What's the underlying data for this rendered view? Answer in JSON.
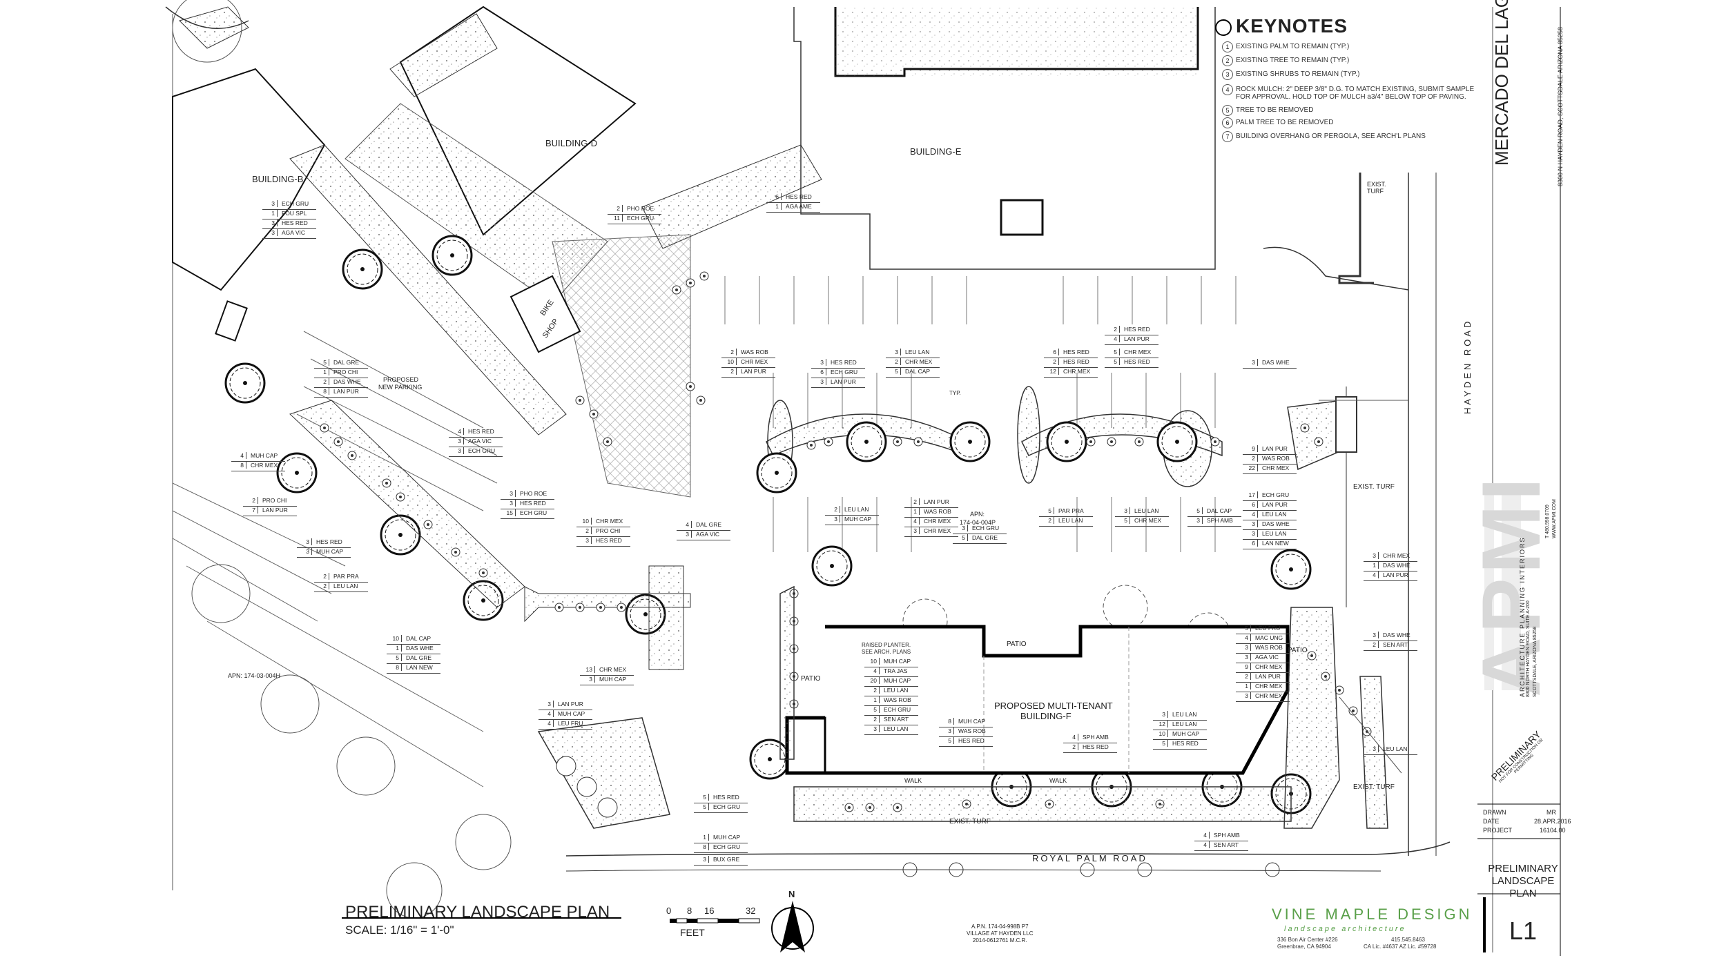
{
  "keynotes": {
    "title": "KEYNOTES",
    "items": [
      {
        "num": "1",
        "text": "EXISTING PALM TO REMAIN (TYP.)"
      },
      {
        "num": "2",
        "text": "EXISTING TREE TO REMAIN (TYP.)"
      },
      {
        "num": "3",
        "text": "EXISTING SHRUBS TO REMAIN (TYP.)"
      },
      {
        "num": "4",
        "text": "ROCK MULCH: 2\" DEEP 3/8\" D.G. TO MATCH EXISTING, SUBMIT SAMPLE FOR APPROVAL. HOLD TOP OF MULCH a3/4\" BELOW TOP OF PAVING."
      },
      {
        "num": "5",
        "text": "TREE TO BE REMOVED"
      },
      {
        "num": "6",
        "text": "PALM TREE TO BE REMOVED"
      },
      {
        "num": "7",
        "text": "BUILDING OVERHANG OR PERGOLA, SEE ARCH'L PLANS"
      }
    ]
  },
  "project": {
    "name": "MERCADO DEL LAGO",
    "address": "8300 N HAYDEN ROAD, SCOTTSDALE ARIZONA 85258"
  },
  "architect": {
    "logo_text": "APMI",
    "tagline": "ARCHITECTURE  PLANNING  INTERIORS",
    "address_line1": "8300 NORTH HAYDEN ROAD, SUITE A-200",
    "address_line2": "SCOTTSDALE, ARIZONA 85258",
    "phone": "T 480.998.0709",
    "web": "WWW.APMI.COM"
  },
  "stamp": {
    "line1": "PRELIMINARY",
    "line2": "NOT FOR CONSTRUCTION OR PERMITTING"
  },
  "titleblock": {
    "drawn_label": "DRAWN",
    "drawn_value": "MR",
    "date_label": "DATE",
    "date_value": "28.APR.2016",
    "project_label": "PROJECT",
    "project_value": "16104.00",
    "sheet_title_1": "PRELIMINARY",
    "sheet_title_2": "LANDSCAPE PLAN",
    "sheet_number": "L1"
  },
  "plan": {
    "title": "PRELIMINARY LANDSCAPE PLAN",
    "scale": "SCALE: 1/16\" = 1'-0\"",
    "scalebar_ticks": [
      "0",
      "8",
      "16",
      "32"
    ],
    "scalebar_unit": "FEET",
    "north": "N"
  },
  "parcel_note": {
    "line1": "A.P.N. 174-04-998B P7",
    "line2": "VILLAGE AT HAYDEN LLC",
    "line3": "2014-0612761 M.C.R."
  },
  "firm": {
    "name": "VINE MAPLE DESIGN",
    "sub": "landscape architecture",
    "addr1": "336 Bon Air Center #226",
    "addr2": "Greenbrae, CA  94904",
    "phone": "415.545.8463",
    "lic": "CA Lic. #4637  AZ Lic. #59728"
  },
  "labels": {
    "building_b": "BUILDING-B",
    "building_d": "BUILDING-D",
    "building_e": "BUILDING-E",
    "bike_shop_1": "BIKE",
    "bike_shop_2": "SHOP",
    "proposed_parking_1": "PROPOSED",
    "proposed_parking_2": "NEW PARKING",
    "building_f_1": "PROPOSED MULTI-TENANT",
    "building_f_2": "BUILDING-F",
    "patio": "PATIO",
    "raised_planter_1": "RAISED PLANTER.",
    "raised_planter_2": "SEE ARCH. PLANS",
    "walk": "WALK",
    "exist_turf": "EXIST. TURF",
    "royal_palm_road": "ROYAL PALM ROAD",
    "hayden_road": "HAYDEN ROAD",
    "apn_west": "APN: 174-03-004H",
    "apn_center_1": "APN:",
    "apn_center_2": "174-04-004P",
    "typ": "TYP."
  },
  "callouts": [
    [
      "3",
      "ECH GRU"
    ],
    [
      "1",
      "FOU SPL"
    ],
    [
      "3",
      "HES RED"
    ],
    [
      "3",
      "AGA VIC"
    ],
    [
      "5",
      "DAL GRE"
    ],
    [
      "1",
      "PRO CHI"
    ],
    [
      "2",
      "DAS WHE"
    ],
    [
      "8",
      "LAN PUR"
    ],
    [
      "4",
      "MUH CAP"
    ],
    [
      "8",
      "CHR MEX"
    ],
    [
      "2",
      "PRO CHI"
    ],
    [
      "7",
      "LAN PUR"
    ],
    [
      "3",
      "HES RED"
    ],
    [
      "3",
      "MUH CAP"
    ],
    [
      "2",
      "PAR PRA"
    ],
    [
      "2",
      "LEU LAN"
    ],
    [
      "10",
      "DAL CAP"
    ],
    [
      "1",
      "DAS WHE"
    ],
    [
      "5",
      "DAL GRE"
    ],
    [
      "8",
      "LAN NEW"
    ],
    [
      "2",
      "PHO ROE"
    ],
    [
      "11",
      "ECH GRU"
    ],
    [
      "6",
      "HES RED"
    ],
    [
      "1",
      "AGA AME"
    ],
    [
      "4",
      "HES RED"
    ],
    [
      "3",
      "AGA VIC"
    ],
    [
      "3",
      "ECH GRU"
    ],
    [
      "3",
      "PHO ROE"
    ],
    [
      "3",
      "HES RED"
    ],
    [
      "15",
      "ECH GRU"
    ],
    [
      "10",
      "CHR MEX"
    ],
    [
      "2",
      "PRO CHI"
    ],
    [
      "3",
      "HES RED"
    ],
    [
      "4",
      "DAL GRE"
    ],
    [
      "3",
      "AGA VIC"
    ],
    [
      "13",
      "CHR MEX"
    ],
    [
      "3",
      "MUH CAP"
    ],
    [
      "3",
      "LAN PUR"
    ],
    [
      "4",
      "MUH CAP"
    ],
    [
      "4",
      "LEU FRU"
    ],
    [
      "5",
      "HES RED"
    ],
    [
      "5",
      "ECH GRU"
    ],
    [
      "1",
      "MUH CAP"
    ],
    [
      "8",
      "ECH GRU"
    ],
    [
      "3",
      "BUX GRE"
    ],
    [
      "2",
      "WAS ROB"
    ],
    [
      "10",
      "CHR MEX"
    ],
    [
      "2",
      "LAN PUR"
    ],
    [
      "3",
      "HES RED"
    ],
    [
      "6",
      "ECH GRU"
    ],
    [
      "3",
      "LAN PUR"
    ],
    [
      "3",
      "LEU LAN"
    ],
    [
      "2",
      "CHR MEX"
    ],
    [
      "5",
      "DAL CAP"
    ],
    [
      "2",
      "LEU LAN"
    ],
    [
      "3",
      "MUH CAP"
    ],
    [
      "2",
      "LAN PUR"
    ],
    [
      "1",
      "WAS ROB"
    ],
    [
      "4",
      "CHR MEX"
    ],
    [
      "3",
      "CHR MEX"
    ],
    [
      "3",
      "ECH GRU"
    ],
    [
      "5",
      "DAL GRE"
    ],
    [
      "2",
      "HES RED"
    ],
    [
      "4",
      "LAN PUR"
    ],
    [
      "6",
      "HES RED"
    ],
    [
      "2",
      "HES RED"
    ],
    [
      "12",
      "CHR MEX"
    ],
    [
      "5",
      "CHR MEX"
    ],
    [
      "5",
      "HES RED"
    ],
    [
      "5",
      "PAR PRA"
    ],
    [
      "2",
      "LEU LAN"
    ],
    [
      "3",
      "LEU LAN"
    ],
    [
      "5",
      "CHR MEX"
    ],
    [
      "5",
      "DAL CAP"
    ],
    [
      "3",
      "SPH AMB"
    ],
    [
      "3",
      "DAS WHE"
    ],
    [
      "9",
      "LAN PUR"
    ],
    [
      "2",
      "WAS ROB"
    ],
    [
      "22",
      "CHR MEX"
    ],
    [
      "17",
      "ECH GRU"
    ],
    [
      "6",
      "LAN PUR"
    ],
    [
      "4",
      "LEU LAN"
    ],
    [
      "3",
      "DAS WHE"
    ],
    [
      "3",
      "LEU LAN"
    ],
    [
      "6",
      "LAN NEW"
    ],
    [
      "3",
      "CHR MEX"
    ],
    [
      "1",
      "DAS WHE"
    ],
    [
      "4",
      "LAN PUR"
    ],
    [
      "10",
      "MUH CAP"
    ],
    [
      "4",
      "TRA JAS"
    ],
    [
      "20",
      "MUH CAP"
    ],
    [
      "2",
      "LEU LAN"
    ],
    [
      "1",
      "WAS ROB"
    ],
    [
      "5",
      "ECH GRU"
    ],
    [
      "2",
      "SEN ART"
    ],
    [
      "3",
      "LEU LAN"
    ],
    [
      "8",
      "MUH CAP"
    ],
    [
      "3",
      "WAS ROB"
    ],
    [
      "5",
      "HES RED"
    ],
    [
      "4",
      "SPH AMB"
    ],
    [
      "2",
      "HES RED"
    ],
    [
      "3",
      "LEU LAN"
    ],
    [
      "12",
      "LEU LAN"
    ],
    [
      "10",
      "MUH CAP"
    ],
    [
      "5",
      "HES RED"
    ],
    [
      "5",
      "LEU FRU"
    ],
    [
      "4",
      "MAC UNG"
    ],
    [
      "3",
      "WAS ROB"
    ],
    [
      "3",
      "AGA VIC"
    ],
    [
      "9",
      "CHR MEX"
    ],
    [
      "2",
      "LAN PUR"
    ],
    [
      "1",
      "CHR MEX"
    ],
    [
      "3",
      "CHR MEX"
    ],
    [
      "3",
      "DAS WHE"
    ],
    [
      "2",
      "SEN ART"
    ],
    [
      "3",
      "LEU LAN"
    ],
    [
      "4",
      "SPH AMB"
    ],
    [
      "4",
      "SEN ART"
    ]
  ]
}
